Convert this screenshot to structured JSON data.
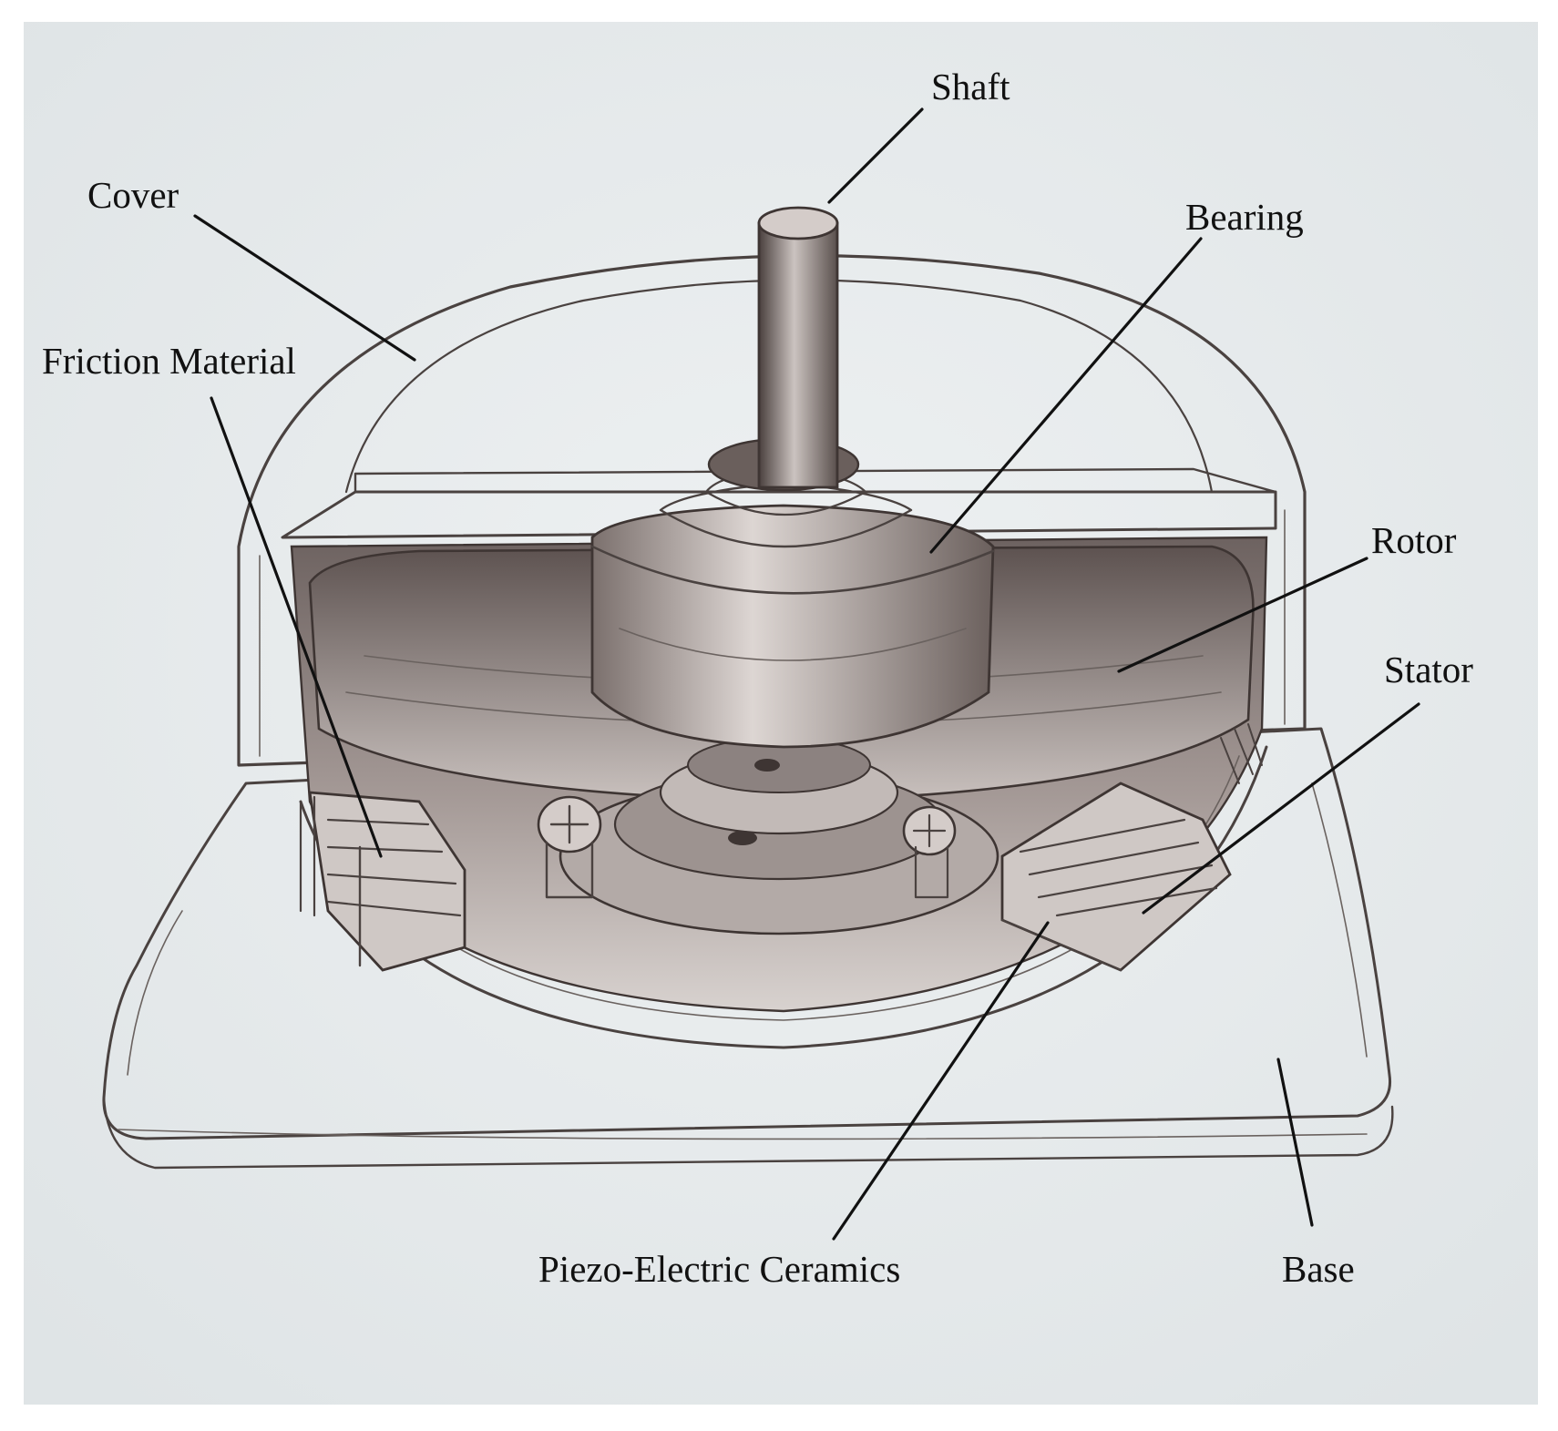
{
  "colors": {
    "paper": "#e7ebed",
    "ink": "#111111",
    "pencil_dark": "#3e3533",
    "pencil_mid": "#7d716d",
    "pencil_light": "#b7adaa"
  },
  "labels": {
    "shaft": "Shaft",
    "cover": "Cover",
    "bearing": "Bearing",
    "friction_material": "Friction Material",
    "rotor": "Rotor",
    "stator": "Stator",
    "piezo": "Piezo-Electric Ceramics",
    "base": "Base"
  }
}
